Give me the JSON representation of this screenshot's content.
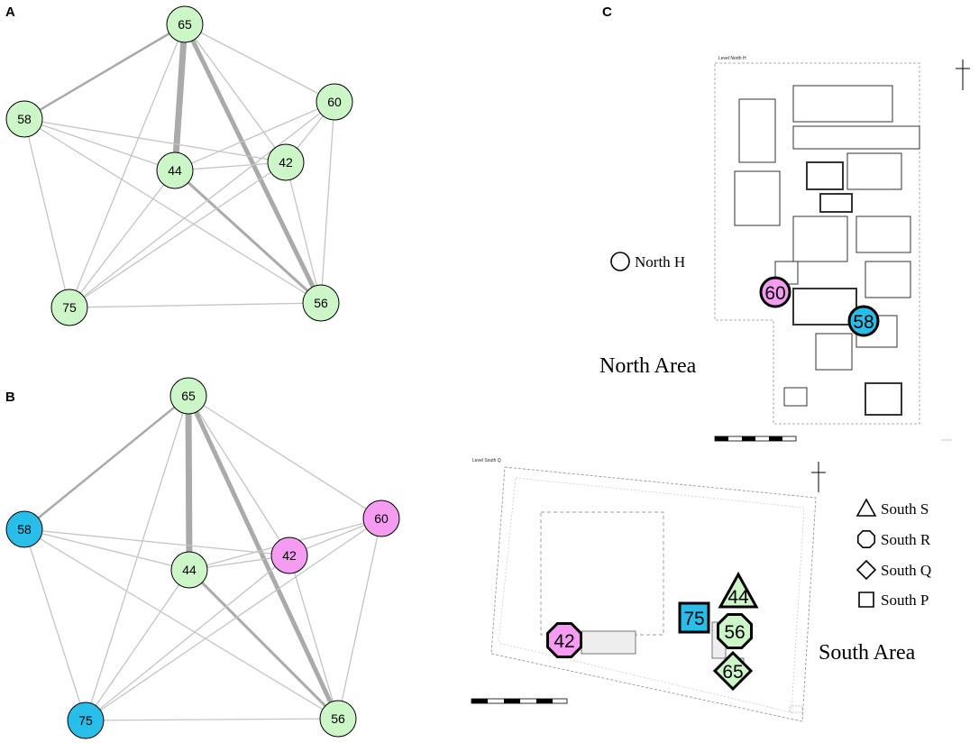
{
  "panels": [
    {
      "letter": "A",
      "nodes": [
        {
          "id": "65",
          "label": "65",
          "color": "#ccf5c8"
        },
        {
          "id": "58",
          "label": "58",
          "color": "#ccf5c8"
        },
        {
          "id": "60",
          "label": "60",
          "color": "#ccf5c8"
        },
        {
          "id": "42",
          "label": "42",
          "color": "#ccf5c8"
        },
        {
          "id": "44",
          "label": "44",
          "color": "#ccf5c8"
        },
        {
          "id": "75",
          "label": "75",
          "color": "#ccf5c8"
        },
        {
          "id": "56",
          "label": "56",
          "color": "#ccf5c8"
        }
      ]
    },
    {
      "letter": "B",
      "nodes": [
        {
          "id": "65",
          "label": "65",
          "color": "#ccf5c8"
        },
        {
          "id": "58",
          "label": "58",
          "color": "#29bdea"
        },
        {
          "id": "60",
          "label": "60",
          "color": "#f59cf2"
        },
        {
          "id": "42",
          "label": "42",
          "color": "#f59cf2"
        },
        {
          "id": "44",
          "label": "44",
          "color": "#ccf5c8"
        },
        {
          "id": "75",
          "label": "75",
          "color": "#29bdea"
        },
        {
          "id": "56",
          "label": "56",
          "color": "#ccf5c8"
        }
      ]
    }
  ],
  "edges": [
    [
      "65",
      "44",
      7
    ],
    [
      "65",
      "56",
      5
    ],
    [
      "65",
      "58",
      2.5
    ],
    [
      "44",
      "56",
      3
    ],
    [
      "65",
      "42",
      1.3
    ],
    [
      "65",
      "60",
      1.3
    ],
    [
      "65",
      "75",
      1.3
    ],
    [
      "58",
      "44",
      1.3
    ],
    [
      "58",
      "42",
      1.3
    ],
    [
      "58",
      "75",
      1.3
    ],
    [
      "60",
      "44",
      1.3
    ],
    [
      "60",
      "56",
      1.3
    ],
    [
      "60",
      "42",
      1.3
    ],
    [
      "44",
      "42",
      1.3
    ],
    [
      "44",
      "75",
      1.3
    ],
    [
      "42",
      "75",
      1.3
    ],
    [
      "42",
      "56",
      1.3
    ],
    [
      "75",
      "56",
      1.3
    ],
    [
      "58",
      "56",
      1.3
    ],
    [
      "60",
      "75",
      1.3
    ]
  ],
  "map": {
    "letter": "C",
    "north_area_label": "North Area",
    "south_area_label": "South Area",
    "north_level_title": "Level North H",
    "south_level_title": "Level South Q",
    "north_symbols": [
      {
        "label": "60",
        "shape": "circle",
        "color": "#f59cf2"
      },
      {
        "label": "58",
        "shape": "circle",
        "color": "#29bdea"
      }
    ],
    "south_symbols": [
      {
        "label": "44",
        "shape": "triangle",
        "color": "#ccf5c8"
      },
      {
        "label": "75",
        "shape": "square",
        "color": "#29bdea"
      },
      {
        "label": "56",
        "shape": "octagon",
        "color": "#ccf5c8"
      },
      {
        "label": "42",
        "shape": "octagon",
        "color": "#f59cf2"
      },
      {
        "label": "65",
        "shape": "diamond",
        "color": "#ccf5c8"
      }
    ],
    "legend": [
      {
        "shape": "circle",
        "label": "North H"
      },
      {
        "shape": "triangle",
        "label": "South S"
      },
      {
        "shape": "octagon",
        "label": "South R"
      },
      {
        "shape": "diamond",
        "label": "South Q"
      },
      {
        "shape": "square",
        "label": "South P"
      }
    ]
  }
}
